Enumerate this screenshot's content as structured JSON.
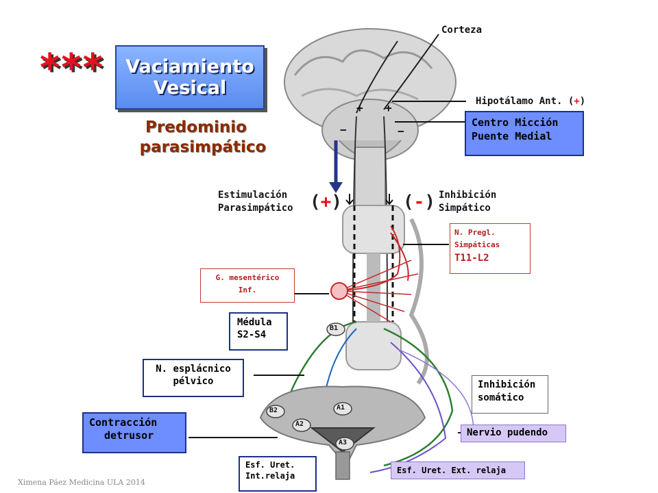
{
  "header": {
    "stars": "***",
    "title_line1": "Vaciamiento",
    "title_line2": "Vesical",
    "subtitle_line1": "Predominio",
    "subtitle_line2": "parasimpático"
  },
  "labels": {
    "corteza": "Corteza",
    "hipotalamo_text": "Hipotálamo Ant. (",
    "hipotalamo_plus": "+",
    "hipotalamo_close": ")",
    "centro_line1": "Centro Micción",
    "centro_line2": "Puente Medial",
    "estim_line1": "Estimulación",
    "estim_line2": "Parasimpático",
    "plus_open": "(",
    "plus_sign": "+",
    "plus_close": ")",
    "minus_open": "(",
    "minus_sign": "-",
    "minus_close": ")",
    "inhib_line1": "Inhibición",
    "inhib_line2": "Simpático",
    "npregl_line1": "N. Pregl.",
    "npregl_line2": "Simpáticas",
    "npregl_line3": "T11-L2",
    "gmes_line1": "G. mesentérico",
    "gmes_line2": "Inf.",
    "medula_line1": "Médula",
    "medula_line2": "S2-S4",
    "nespl_line1": "N. esplácnico",
    "nespl_line2": "pélvico",
    "inhsom_line1": "Inhibición",
    "inhsom_line2": "somático",
    "contr_line1": "Contracción",
    "contr_line2": "detrusor",
    "pudendo": "Nervio pudendo",
    "esf_int_line1": "Esf. Uret.",
    "esf_int_line2": "Int.relaja",
    "esf_ext": "Esf. Uret. Ext. relaja"
  },
  "anatomy": {
    "b1": "B1",
    "b2": "B2",
    "a1": "A1",
    "a2": "A2",
    "a3": "A3",
    "sign_plus": "+",
    "sign_minus": "−"
  },
  "footer": {
    "credit": "Ximena Páez Medicina ULA 2014"
  },
  "colors": {
    "accent_red": "#e8101e",
    "title_blue": "#5a8cf0",
    "box_blue": "#6e8dff",
    "subtitle_brown": "#8a2b00",
    "violet": "#d6c8f5",
    "nerve_green": "#2e7d32",
    "sympathetic_red": "#c62828",
    "somatic_violet": "#6a4fc7"
  }
}
